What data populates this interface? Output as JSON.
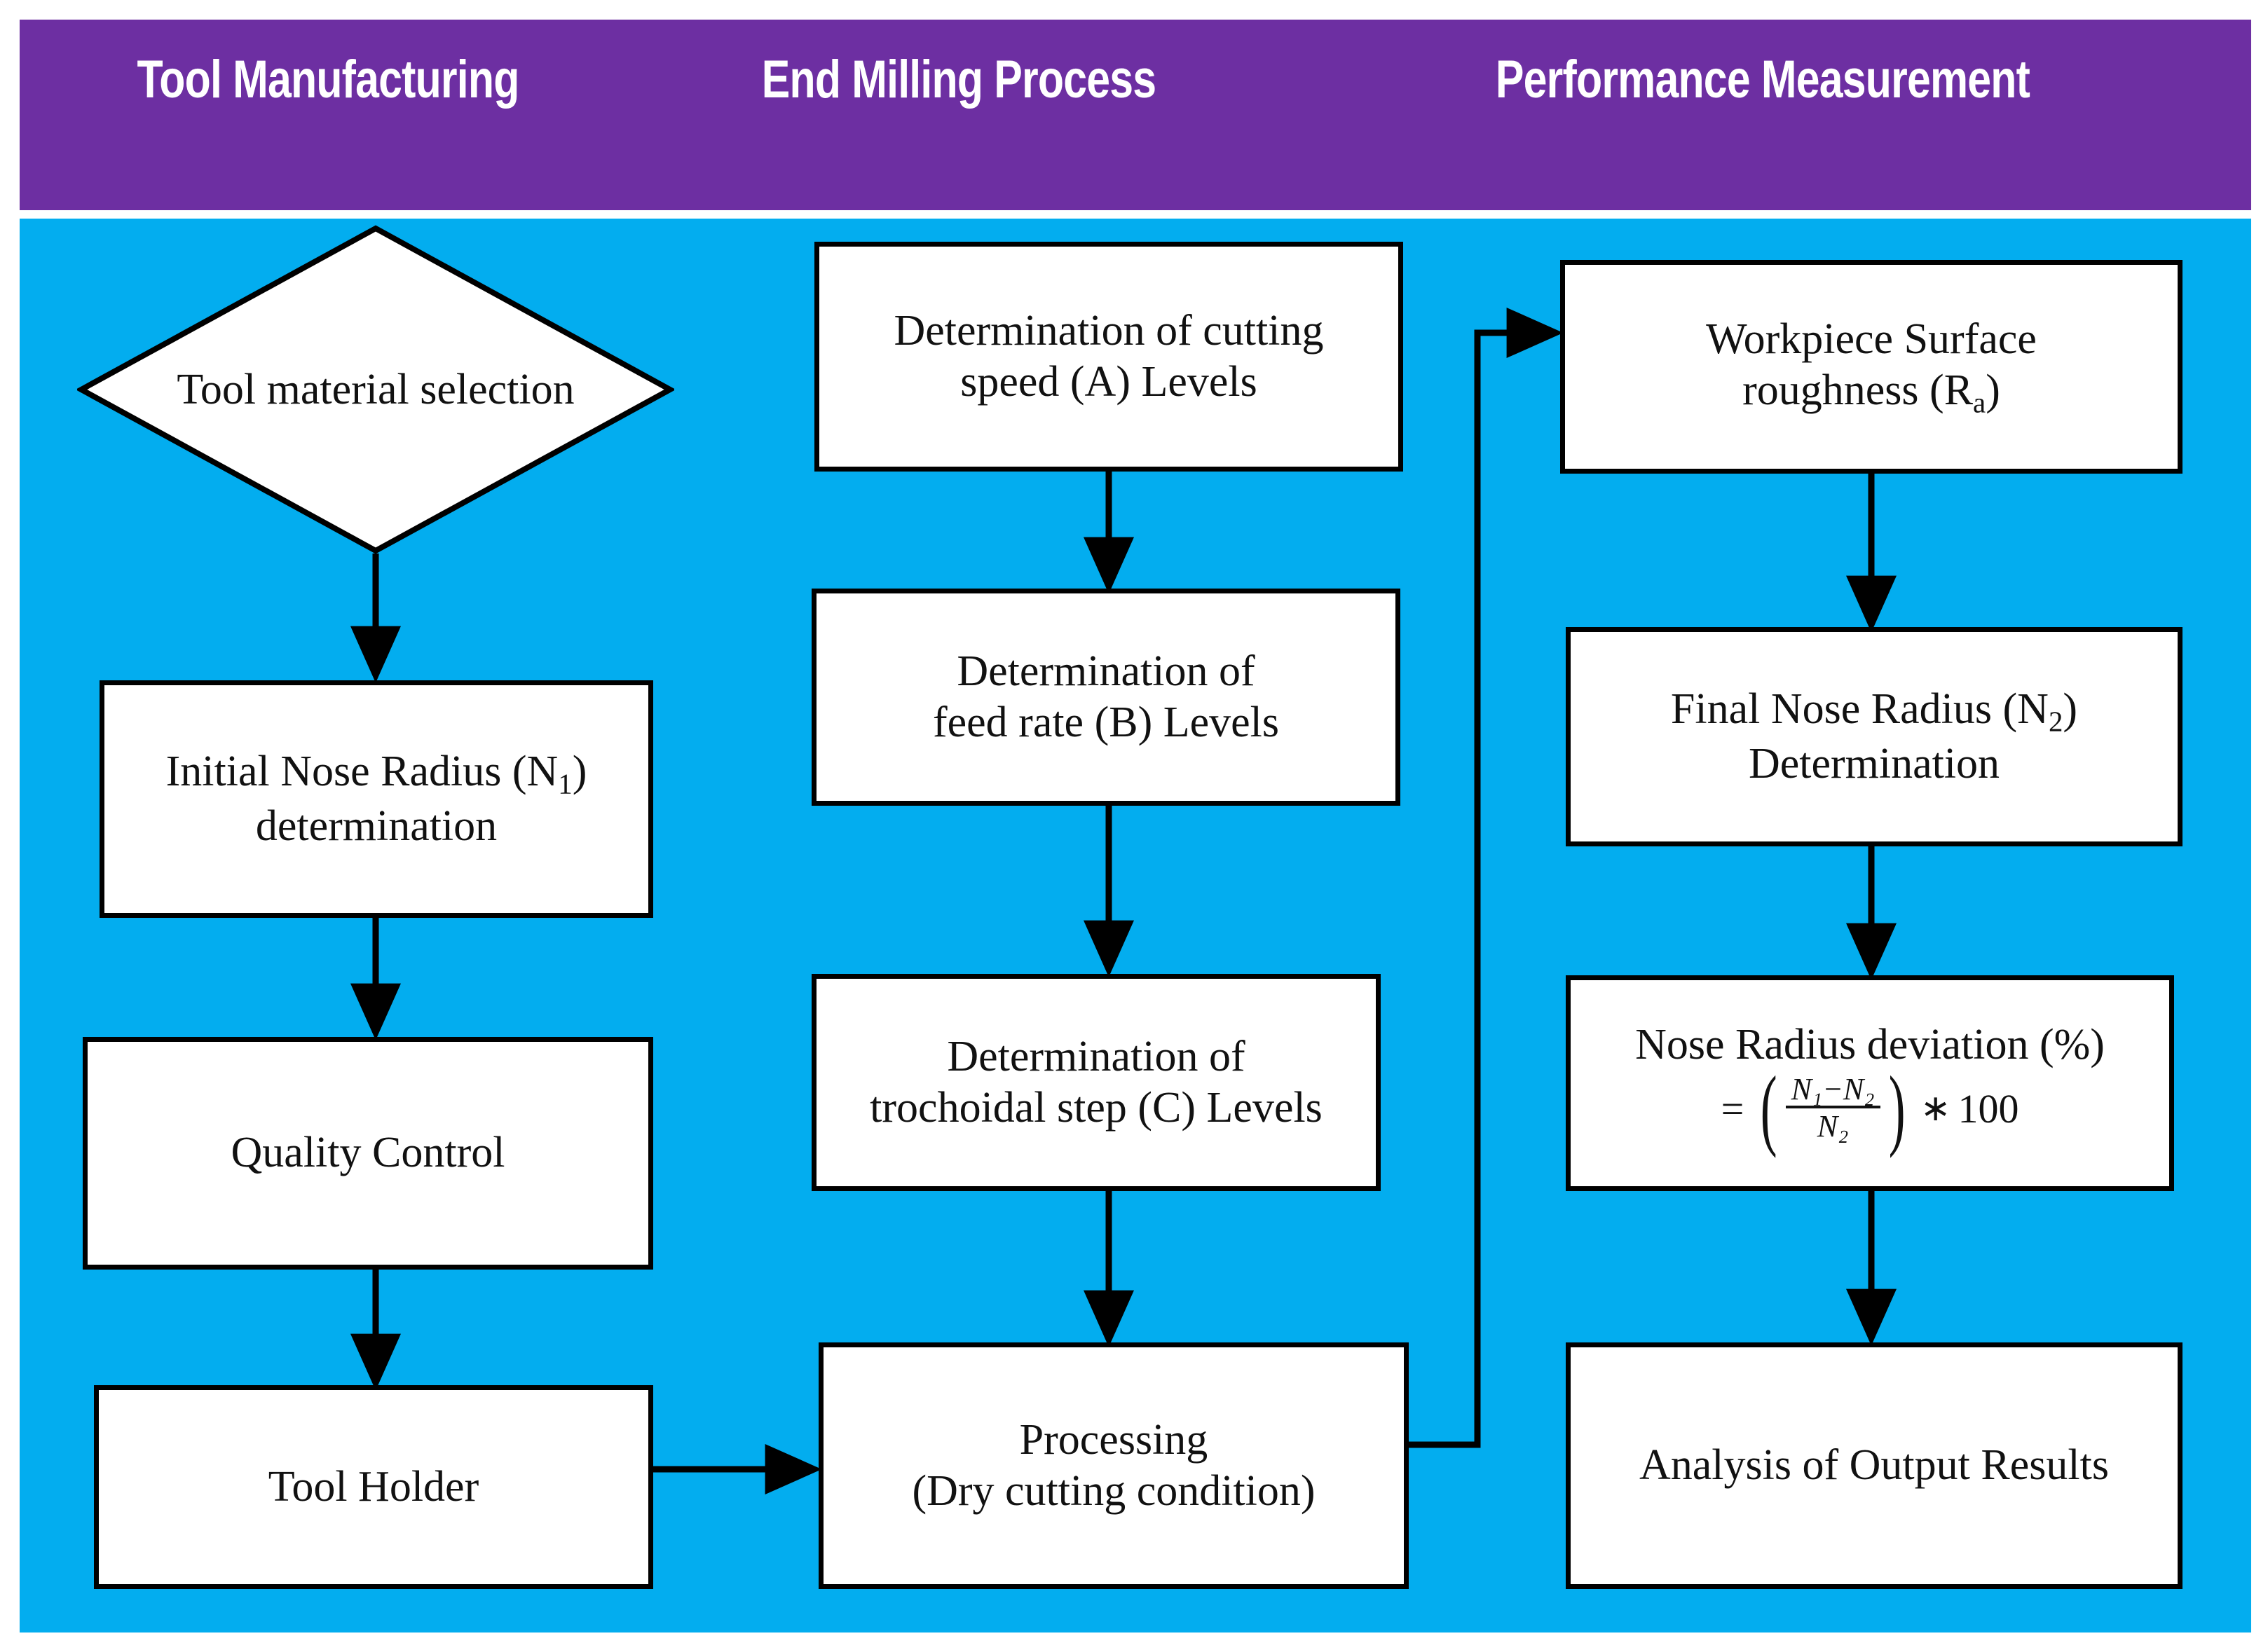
{
  "theme": {
    "header_bg": "#6D2FA2",
    "canvas_bg": "#03ADEF",
    "node_bg": "#FFFFFF",
    "node_border": "#000000",
    "header_text": "#FFFFFF",
    "node_text": "#111111"
  },
  "header": {
    "columns": [
      {
        "label": "Tool Manufacturing"
      },
      {
        "label": "End Milling Process"
      },
      {
        "label": "Performance Measurement"
      }
    ]
  },
  "columns": {
    "tool_manufacturing": {
      "title": "Tool Manufacturing",
      "nodes": [
        {
          "id": "tool-material-selection",
          "shape": "diamond",
          "lines": [
            "Tool",
            "material",
            "selection"
          ]
        },
        {
          "id": "initial-nose-radius",
          "shape": "rect",
          "lines": [
            "Initial Nose Radius (N₁)",
            "determination"
          ]
        },
        {
          "id": "quality-control",
          "shape": "rect",
          "lines": [
            "Quality Control"
          ]
        },
        {
          "id": "tool-holder",
          "shape": "rect",
          "lines": [
            "Tool Holder"
          ]
        }
      ]
    },
    "end_milling_process": {
      "title": "End Milling Process",
      "nodes": [
        {
          "id": "cutting-speed-levels",
          "shape": "rect",
          "lines": [
            "Determination of cutting",
            "speed (A) Levels"
          ]
        },
        {
          "id": "feed-rate-levels",
          "shape": "rect",
          "lines": [
            "Determination of",
            "feed rate (B) Levels"
          ]
        },
        {
          "id": "trochoidal-step-levels",
          "shape": "rect",
          "lines": [
            "Determination of",
            "trochoidal step (C) Levels"
          ]
        },
        {
          "id": "processing",
          "shape": "rect",
          "lines": [
            "Processing",
            "(Dry cutting condition)"
          ]
        }
      ]
    },
    "performance_measurement": {
      "title": "Performance Measurement",
      "nodes": [
        {
          "id": "workpiece-surface-roughness",
          "shape": "rect",
          "lines": [
            "Workpiece Surface",
            "roughness (Rₐ)"
          ]
        },
        {
          "id": "final-nose-radius",
          "shape": "rect",
          "lines": [
            "Final Nose Radius (N₂)",
            "Determination"
          ]
        },
        {
          "id": "nose-radius-deviation",
          "shape": "rect",
          "lines": [
            "Nose Radius deviation (%)"
          ],
          "formula": {
            "equals": "=",
            "numerator": "N₁ − N₂",
            "denominator": "N₂",
            "operator": "∗",
            "factor": "100"
          }
        },
        {
          "id": "analysis-of-output-results",
          "shape": "rect",
          "lines": [
            "Analysis of Output Results"
          ]
        }
      ]
    }
  },
  "labels": {
    "tool_material_l1": "Tool",
    "tool_material_l2": "material",
    "tool_material_l3": "selection",
    "initial_nose_l1_a": "Initial Nose Radius (N",
    "initial_nose_l1_sub": "1",
    "initial_nose_l1_b": ")",
    "initial_nose_l2": "determination",
    "quality_control": "Quality Control",
    "tool_holder": "Tool Holder",
    "cutting_speed_l1": "Determination of cutting",
    "cutting_speed_l2": "speed (A) Levels",
    "feed_rate_l1": "Determination of",
    "feed_rate_l2": "feed rate (B) Levels",
    "trochoidal_l1": "Determination of",
    "trochoidal_l2": "trochoidal step (C) Levels",
    "processing_l1": "Processing",
    "processing_l2": "(Dry cutting condition)",
    "workpiece_l1": "Workpiece Surface",
    "workpiece_l2_a": "roughness (R",
    "workpiece_l2_sub": "a",
    "workpiece_l2_b": ")",
    "final_nose_l1_a": "Final Nose Radius (N",
    "final_nose_l1_sub": "2",
    "final_nose_l1_b": ")",
    "final_nose_l2": "Determination",
    "deviation_title": "Nose Radius deviation (%)",
    "deviation_eq": "=",
    "deviation_num": "N₁−N₂",
    "deviation_den": "N₂",
    "deviation_op": "∗",
    "deviation_factor": "100",
    "analysis_results": "Analysis of Output Results"
  },
  "connectors": [
    {
      "id": "tool-material-to-initial-nose",
      "from": "tool-material-selection",
      "to": "initial-nose-radius",
      "type": "vertical-arrow"
    },
    {
      "id": "initial-nose-to-quality-control",
      "from": "initial-nose-radius",
      "to": "quality-control",
      "type": "vertical-arrow"
    },
    {
      "id": "quality-control-to-tool-holder",
      "from": "quality-control",
      "to": "tool-holder",
      "type": "vertical-arrow"
    },
    {
      "id": "tool-holder-to-processing",
      "from": "tool-holder",
      "to": "processing",
      "type": "horizontal-arrow"
    },
    {
      "id": "cutting-speed-to-feed-rate",
      "from": "cutting-speed-levels",
      "to": "feed-rate-levels",
      "type": "vertical-arrow"
    },
    {
      "id": "feed-rate-to-trochoidal",
      "from": "feed-rate-levels",
      "to": "trochoidal-step-levels",
      "type": "vertical-arrow"
    },
    {
      "id": "trochoidal-to-processing",
      "from": "trochoidal-step-levels",
      "to": "processing",
      "type": "vertical-arrow"
    },
    {
      "id": "processing-to-workpiece",
      "from": "processing",
      "to": "workpiece-surface-roughness",
      "type": "elbow-arrow"
    },
    {
      "id": "workpiece-to-final-nose",
      "from": "workpiece-surface-roughness",
      "to": "final-nose-radius",
      "type": "vertical-arrow"
    },
    {
      "id": "final-nose-to-deviation",
      "from": "final-nose-radius",
      "to": "nose-radius-deviation",
      "type": "vertical-arrow"
    },
    {
      "id": "deviation-to-analysis",
      "from": "nose-radius-deviation",
      "to": "analysis-of-output-results",
      "type": "vertical-arrow"
    }
  ]
}
